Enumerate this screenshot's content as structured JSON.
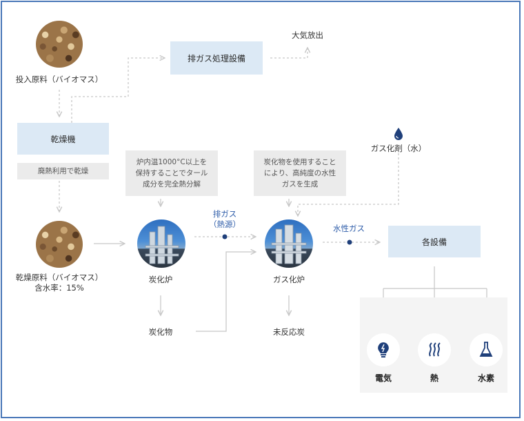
{
  "nodes": {
    "raw_material": "投入原料（バイオマス）",
    "dryer": "乾燥機",
    "waste_heat_note": "廃熱利用で乾燥",
    "dried_material_line1": "乾燥原料（バイオマス）",
    "dried_material_line2": "含水率：15%",
    "exhaust_treatment": "排ガス処理設備",
    "atmosphere_release": "大気放出",
    "carbonization_furnace": "炭化炉",
    "carbonization_note": "炉内温1000°C以上を\n保持することでタール\n成分を完全熱分解",
    "char": "炭化物",
    "gasification_furnace": "ガス化炉",
    "gasification_note": "炭化物を使用すること\nにより、高純度の水性\nガスを生成",
    "unreacted_char": "未反応炭",
    "gasifying_agent": "ガス化剤（水）",
    "exhaust_gas_heat": "排ガス\n（熱源）",
    "water_gas": "水性ガス",
    "facilities": "各設備"
  },
  "outputs": [
    {
      "label": "電気",
      "icon": "lightbulb-icon"
    },
    {
      "label": "熱",
      "icon": "heat-flame-icon"
    },
    {
      "label": "水素",
      "icon": "flask-icon"
    }
  ],
  "colors": {
    "frame": "#4a78b8",
    "box_blue": "#dce9f5",
    "box_gray": "#ebebeb",
    "accent_text": "#2c5ba8",
    "dot": "#1f3f7a",
    "arrow": "#c8c8c8"
  }
}
